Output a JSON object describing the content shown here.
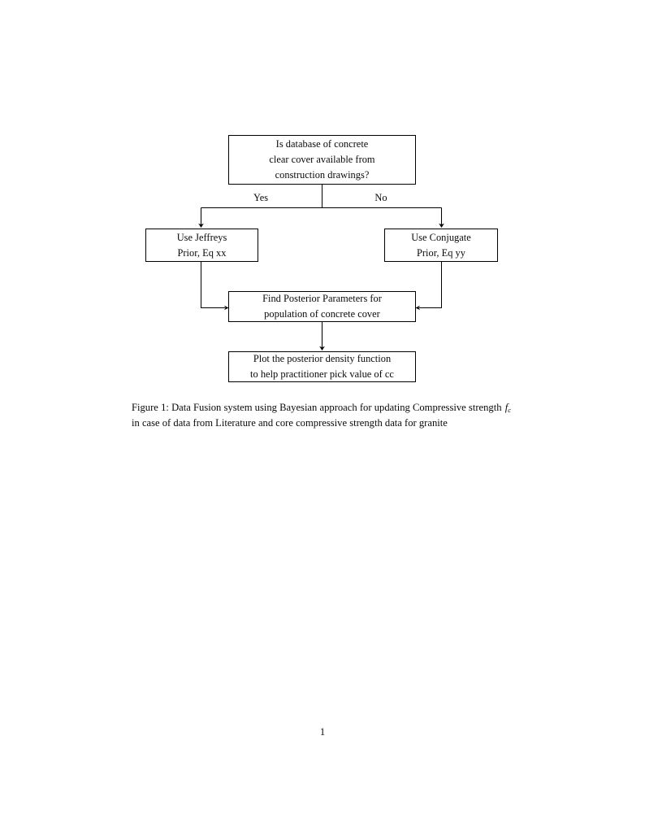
{
  "document": {
    "page_number": "1",
    "background_color": "#ffffff",
    "ink_color": "#000000"
  },
  "figure": {
    "nodes": [
      {
        "id": "question",
        "lines": [
          "Is database of concrete",
          "clear cover available from",
          "construction drawings?"
        ]
      },
      {
        "id": "jeffreys",
        "lines": [
          "Use Jeffreys",
          "Prior, Eq xx"
        ]
      },
      {
        "id": "conjugate",
        "lines": [
          "Use Conjugate",
          "Prior, Eq yy"
        ]
      },
      {
        "id": "posterior",
        "lines": [
          "Find Posterior Parameters for",
          "population of concrete cover"
        ]
      },
      {
        "id": "plot",
        "lines": [
          "Plot the posterior density function",
          "to help practitioner pick value of cc"
        ]
      }
    ],
    "edge_labels": {
      "yes": "Yes",
      "no": "No"
    }
  },
  "caption": {
    "label": "Figure 1:",
    "text_before_math": " Data Fusion system using Bayesian approach for updating Compressive strength ",
    "math_base": "f",
    "math_sub": "c",
    "text_after_math": " in case of data from Literature and core compressive strength data for granite"
  }
}
